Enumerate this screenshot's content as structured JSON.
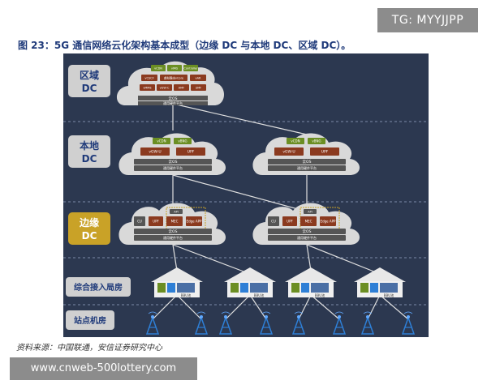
{
  "watermark_top": "TG: MYYJJPP",
  "figure_title": "图 23：5G 通信网络云化架构基本成型（边缘 DC 与本地 DC、区域 DC）。",
  "source_note": "资料来源：中国联通，安信证券研究中心",
  "watermark_bottom": "www.cnweb-500lottery.com",
  "layers": {
    "regional": "区域\nDC",
    "local": "本地\nDC",
    "edge": "边缘\nDC",
    "access": "综合接入局房",
    "site": "站点机房"
  },
  "regional_cloud": {
    "top": [
      "vCDN",
      "vIMS",
      "Controller"
    ],
    "mid": [
      "vCSCF",
      "虚拟路由vCore",
      "vAR"
    ],
    "low": [
      "vMME",
      "vGW-C",
      "AMF",
      "SMF"
    ],
    "os": "云OS",
    "hw": "通用硬件平台"
  },
  "local_cloud": {
    "top": [
      "vCDN",
      "vBNG"
    ],
    "mid": [
      "vGW-U",
      "UPF"
    ],
    "os": "云OS",
    "hw": "通用硬件平台"
  },
  "edge_cloud": {
    "api": "API",
    "nfs": [
      "CU",
      "UPF",
      "MEC",
      "Edge APP"
    ],
    "os": "云OS",
    "hw": "通用硬件平台"
  },
  "access_node_label": "BBU池",
  "colors": {
    "background": "#2c3850",
    "cloud": "#d9d9d9",
    "nf_box": "#8b3a1f",
    "green_box": "#6b8e23",
    "edge_label": "#c9a227",
    "layer_label": "#d0d0d0",
    "title": "#1f3a7a",
    "tower": "#2e7fd6"
  }
}
